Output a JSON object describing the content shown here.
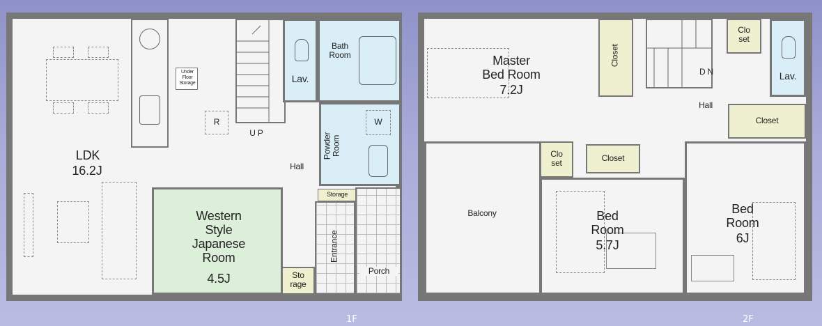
{
  "floor1": {
    "tag": "1F",
    "ldk": {
      "name": "LDK",
      "size": "16.2J"
    },
    "under_floor_storage": "Under\nFloor\nStorage",
    "r_mark": "R",
    "up": "U P",
    "lav": "Lav.",
    "bath": "Bath\nRoom",
    "powder": "Powder\nRoom",
    "w_mark": "W",
    "hall": "Hall",
    "storage_small": "Storage",
    "western": {
      "name": "Western\nStyle\nJapanese\nRoom",
      "size": "4.5J"
    },
    "storage": "Sto\nrage",
    "entrance": "Entrance",
    "porch": "Porch"
  },
  "floor2": {
    "tag": "2F",
    "master": {
      "name": "Master\nBed Room",
      "size": "7.2J"
    },
    "closet_vertical": "Closet",
    "dn": "D N",
    "closet_small_top": "Clo\nset",
    "lav": "Lav.",
    "hall": "Hall",
    "closet_right": "Closet",
    "balcony": "Balcony",
    "closet_small_mid": "Clo\nset",
    "closet_mid": "Closet",
    "bed_mid": {
      "name": "Bed\nRoom",
      "size": "5.7J"
    },
    "bed_right": {
      "name": "Bed\nRoom",
      "size": "6J"
    }
  }
}
